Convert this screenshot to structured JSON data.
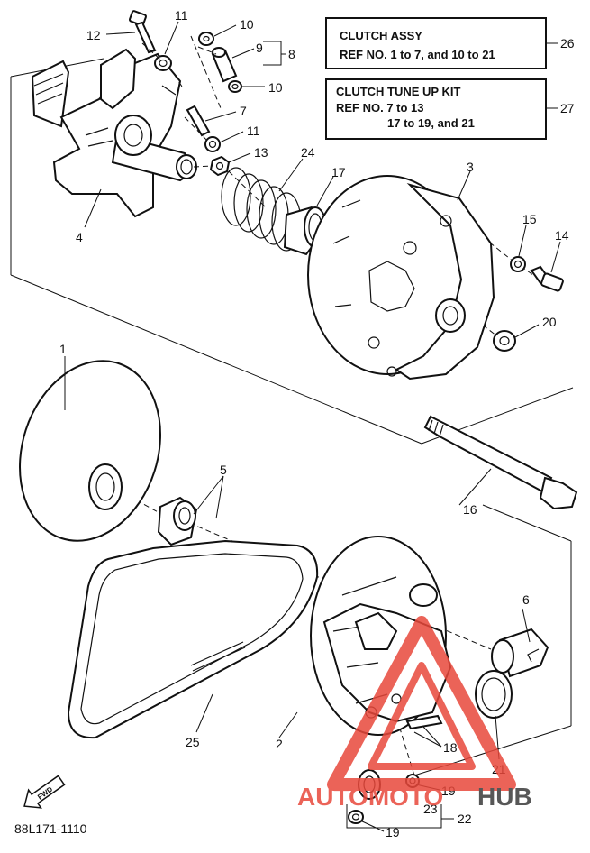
{
  "boxes": {
    "clutch_assy": {
      "title": "CLUTCH ASSY",
      "ref": "REF NO. 1 to 7, and 10 to 21",
      "number": "26"
    },
    "tune_up_kit": {
      "title": "CLUTCH TUNE UP KIT",
      "ref_line1": "REF NO. 7 to 13",
      "ref_line2": "17 to 19, and 21",
      "number": "27"
    }
  },
  "callouts": [
    {
      "num": "12"
    },
    {
      "num": "11"
    },
    {
      "num": "10"
    },
    {
      "num": "9"
    },
    {
      "num": "8"
    },
    {
      "num": "10"
    },
    {
      "num": "7"
    },
    {
      "num": "11"
    },
    {
      "num": "13"
    },
    {
      "num": "24"
    },
    {
      "num": "17"
    },
    {
      "num": "3"
    },
    {
      "num": "15"
    },
    {
      "num": "14"
    },
    {
      "num": "4"
    },
    {
      "num": "20"
    },
    {
      "num": "1"
    },
    {
      "num": "5"
    },
    {
      "num": "16"
    },
    {
      "num": "6"
    },
    {
      "num": "25"
    },
    {
      "num": "2"
    },
    {
      "num": "18"
    },
    {
      "num": "21"
    },
    {
      "num": "19"
    },
    {
      "num": "23"
    },
    {
      "num": "22"
    },
    {
      "num": "19"
    }
  ],
  "fwd_label": "FWD",
  "diagram_code": "88L171-1110",
  "watermark": {
    "part1": "AUTOMOTO",
    "part2": "HUB"
  },
  "colors": {
    "ink": "#111111",
    "watermark_red": "#e8483b",
    "watermark_dark": "#3a3a3a"
  }
}
